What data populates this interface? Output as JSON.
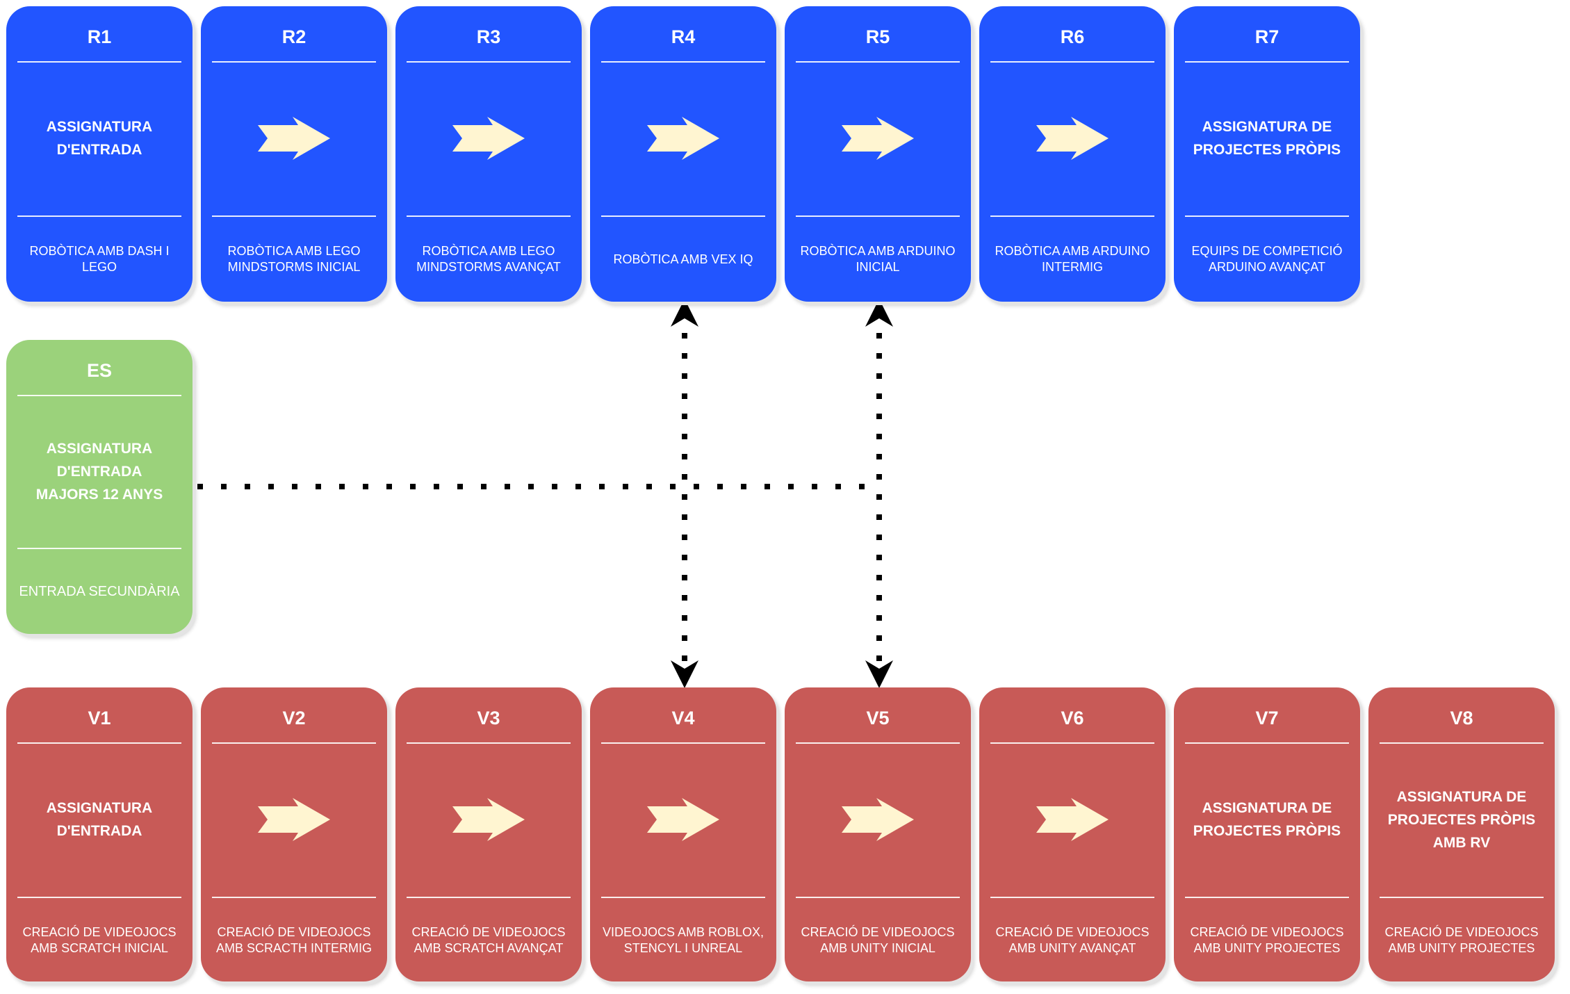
{
  "colors": {
    "robotics": "#2255ff",
    "secondary": "#9bd27b",
    "videogames": "#c85a57",
    "arrow": "#fff5d1"
  },
  "robotics": [
    {
      "code": "R1",
      "title": "ASSIGNATURA\nD'ENTRADA",
      "subtitle": "ROBÒTICA AMB DASH I\nLEGO"
    },
    {
      "code": "R2",
      "icon": "right-arrow-icon",
      "subtitle": "ROBÒTICA AMB LEGO\nMINDSTORMS INICIAL"
    },
    {
      "code": "R3",
      "icon": "right-arrow-icon",
      "subtitle": "ROBÒTICA AMB LEGO\nMINDSTORMS AVANÇAT"
    },
    {
      "code": "R4",
      "icon": "right-arrow-icon",
      "subtitle": "ROBÒTICA AMB VEX IQ"
    },
    {
      "code": "R5",
      "icon": "right-arrow-icon",
      "subtitle": "ROBÒTICA AMB ARDUINO\nINICIAL"
    },
    {
      "code": "R6",
      "icon": "right-arrow-icon",
      "subtitle": "ROBÒTICA AMB ARDUINO\nINTERMIG"
    },
    {
      "code": "R7",
      "title": "ASSIGNATURA DE\nPROJECTES PRÒPIS",
      "subtitle": "EQUIPS DE COMPETICIÓ\nARDUINO AVANÇAT"
    }
  ],
  "secondary": {
    "code": "ES",
    "title": "ASSIGNATURA\nD'ENTRADA\nMAJORS 12 ANYS",
    "subtitle": "ENTRADA SECUNDÀRIA"
  },
  "videogames": [
    {
      "code": "V1",
      "title": "ASSIGNATURA\nD'ENTRADA",
      "subtitle": "CREACIÓ DE VIDEOJOCS\nAMB SCRATCH INICIAL"
    },
    {
      "code": "V2",
      "icon": "right-arrow-icon",
      "subtitle": "CREACIÓ DE VIDEOJOCS\nAMB SCRACTH INTERMIG"
    },
    {
      "code": "V3",
      "icon": "right-arrow-icon",
      "subtitle": "CREACIÓ DE VIDEOJOCS\nAMB SCRATCH AVANÇAT"
    },
    {
      "code": "V4",
      "icon": "right-arrow-icon",
      "subtitle": "VIDEOJOCS AMB ROBLOX,\nSTENCYL I UNREAL"
    },
    {
      "code": "V5",
      "icon": "right-arrow-icon",
      "subtitle": "CREACIÓ DE VIDEOJOCS\nAMB UNITY INICIAL"
    },
    {
      "code": "V6",
      "icon": "right-arrow-icon",
      "subtitle": "CREACIÓ DE VIDEOJOCS\nAMB UNITY AVANÇAT"
    },
    {
      "code": "V7",
      "title": "ASSIGNATURA DE\nPROJECTES PRÒPIS",
      "subtitle": "CREACIÓ DE VIDEOJOCS\nAMB UNITY PROJECTES"
    },
    {
      "code": "V8",
      "title": "ASSIGNATURA DE\nPROJECTES PRÒPIS\nAMB RV",
      "subtitle": "CREACIÓ DE VIDEOJOCS\nAMB UNITY PROJECTES"
    }
  ]
}
